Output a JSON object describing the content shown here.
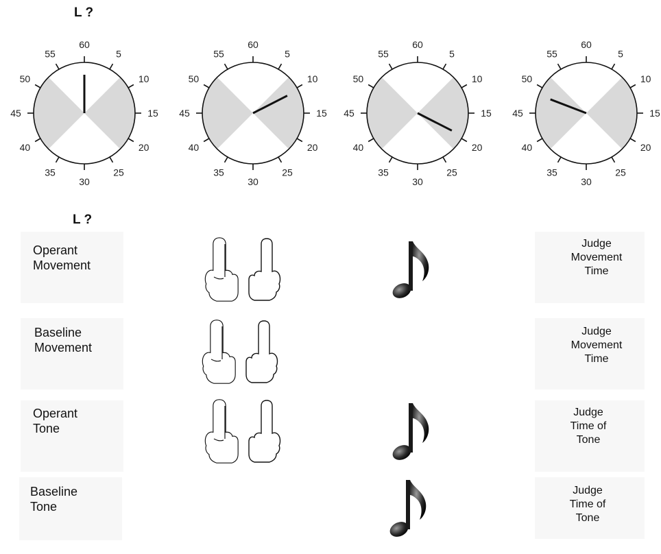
{
  "panel_a": {
    "label": "L ?",
    "clock_numbers": [
      "60",
      "5",
      "10",
      "15",
      "20",
      "25",
      "30",
      "35",
      "40",
      "45",
      "50",
      "55"
    ],
    "clocks": [
      {
        "hand_minutes": 60
      },
      {
        "hand_minutes": 10.5
      },
      {
        "hand_minutes": 19.5
      },
      {
        "hand_minutes": 48.5
      }
    ]
  },
  "panel_b": {
    "label": "L ?",
    "rows": [
      {
        "condition_line1": "Operant",
        "condition_line2": "Movement",
        "show_hands": true,
        "show_note": true,
        "judge_line1": "Judge",
        "judge_line2": "Movement",
        "judge_line3": "Time"
      },
      {
        "condition_line1": "Baseline",
        "condition_line2": "Movement",
        "show_hands": true,
        "show_note": false,
        "judge_line1": "Judge",
        "judge_line2": "Movement",
        "judge_line3": "Time"
      },
      {
        "condition_line1": "Operant",
        "condition_line2": "Tone",
        "show_hands": true,
        "show_note": true,
        "judge_line1": "Judge",
        "judge_line2": "Time of",
        "judge_line3": "Tone"
      },
      {
        "condition_line1": "Baseline",
        "condition_line2": "Tone",
        "show_hands": false,
        "show_note": true,
        "judge_line1": "Judge",
        "judge_line2": "Time of",
        "judge_line3": "Tone"
      }
    ]
  },
  "colors": {
    "shade": "#d9d9d9",
    "ink": "#111111",
    "row_bg": "#f7f7f7"
  }
}
